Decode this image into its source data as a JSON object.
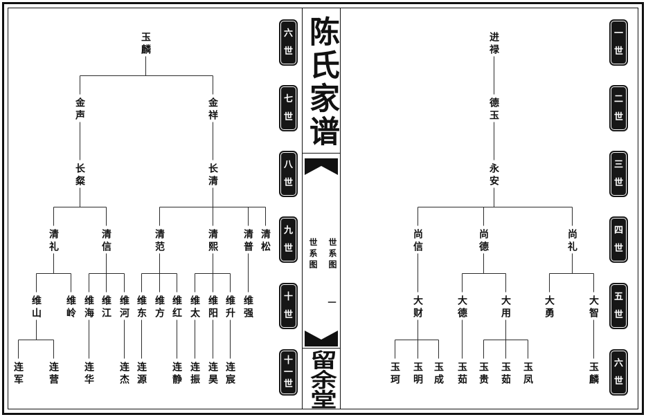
{
  "spine": {
    "title": "陈氏家谱",
    "section_label_left": "世系图",
    "section_label_right": "世系图",
    "page_number": "一",
    "hall_name": "留余堂"
  },
  "left_page": {
    "generation_labels": [
      "六世",
      "七世",
      "八世",
      "九世",
      "十世",
      "十一世"
    ],
    "family_tree": {
      "name": "玉麟",
      "children": [
        {
          "name": "金声",
          "children": [
            {
              "name": "长粲",
              "children": [
                {
                  "name": "清礼",
                  "children": [
                    {
                      "name": "维山",
                      "children": [
                        {
                          "name": "连军"
                        },
                        {
                          "name": "连营"
                        }
                      ]
                    },
                    {
                      "name": "维岭"
                    }
                  ]
                },
                {
                  "name": "清信",
                  "children": [
                    {
                      "name": "维海",
                      "children": [
                        {
                          "name": "连华"
                        }
                      ]
                    },
                    {
                      "name": "维江"
                    },
                    {
                      "name": "维河",
                      "children": [
                        {
                          "name": "连杰"
                        }
                      ]
                    }
                  ]
                }
              ]
            }
          ]
        },
        {
          "name": "金祥",
          "children": [
            {
              "name": "长清",
              "children": [
                {
                  "name": "清范",
                  "children": [
                    {
                      "name": "维东",
                      "children": [
                        {
                          "name": "连源"
                        }
                      ]
                    },
                    {
                      "name": "维方"
                    },
                    {
                      "name": "维红",
                      "children": [
                        {
                          "name": "连静"
                        }
                      ]
                    }
                  ]
                },
                {
                  "name": "清熙",
                  "children": [
                    {
                      "name": "维太",
                      "children": [
                        {
                          "name": "连振"
                        }
                      ]
                    },
                    {
                      "name": "维阳",
                      "children": [
                        {
                          "name": "连昊"
                        }
                      ]
                    },
                    {
                      "name": "维升",
                      "children": [
                        {
                          "name": "连宸"
                        }
                      ]
                    }
                  ]
                },
                {
                  "name": "清普",
                  "children": [
                    {
                      "name": "维强"
                    }
                  ]
                },
                {
                  "name": "清松"
                }
              ]
            }
          ]
        }
      ]
    }
  },
  "right_page": {
    "generation_labels": [
      "一世",
      "二世",
      "三世",
      "四世",
      "五世",
      "六世"
    ],
    "family_tree": {
      "name": "进禄",
      "children": [
        {
          "name": "德玉",
          "children": [
            {
              "name": "永安",
              "children": [
                {
                  "name": "尚信",
                  "children": [
                    {
                      "name": "大财",
                      "children": [
                        {
                          "name": "玉珂"
                        },
                        {
                          "name": "玉明"
                        },
                        {
                          "name": "玉成"
                        }
                      ]
                    }
                  ]
                },
                {
                  "name": "尚德",
                  "children": [
                    {
                      "name": "大德",
                      "children": [
                        {
                          "name": "玉茹"
                        }
                      ]
                    },
                    {
                      "name": "大用",
                      "children": [
                        {
                          "name": "玉贵"
                        },
                        {
                          "name": "玉茹"
                        },
                        {
                          "name": "玉凤"
                        }
                      ]
                    }
                  ]
                },
                {
                  "name": "尚礼",
                  "children": [
                    {
                      "name": "大勇"
                    },
                    {
                      "name": "大智",
                      "children": [
                        {
                          "name": "玉麟"
                        }
                      ]
                    }
                  ]
                }
              ]
            }
          ]
        }
      ]
    }
  }
}
